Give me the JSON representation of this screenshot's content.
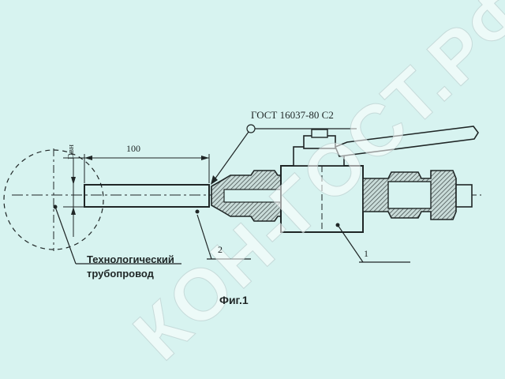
{
  "labels": {
    "gost": "ГОСТ 16037-80 С2",
    "dimension": "100",
    "callout_1": "1",
    "callout_2": "2",
    "diameter": "Dвн",
    "pipeline_line1": "Технологический",
    "pipeline_line2": "трубопровод",
    "figure_caption": "Фиг.1"
  },
  "watermark": "КОН-ГОСТ.РФ",
  "colors": {
    "background": "#d7f3f0",
    "ink": "#1f2626",
    "hatch_fill": "#9aa8a6"
  }
}
